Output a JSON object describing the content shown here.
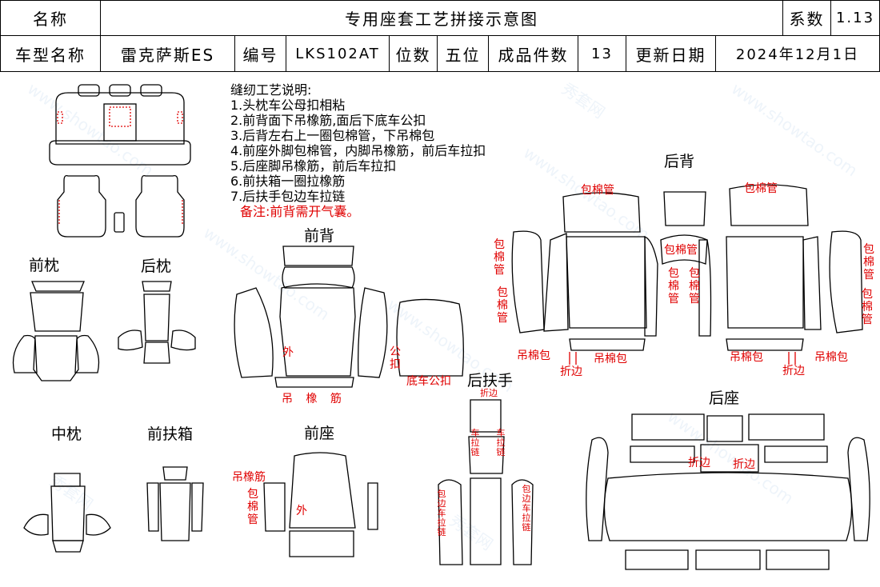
{
  "header": {
    "name_label": "名称",
    "title": "专用座套工艺拼接示意图",
    "coef_label": "系数",
    "coef_value": "1.13",
    "model_label": "车型名称",
    "model_value": "雷克萨斯ES",
    "code_label": "编号",
    "code_value": "LKS102AT",
    "seats_label": "位数",
    "seats_value": "五位",
    "pieces_label": "成品件数",
    "pieces_value": "13",
    "date_label": "更新日期",
    "date_value": "2024年12月1日"
  },
  "notes": {
    "title": "缝纫工艺说明:",
    "items": [
      "1.头枕车公母扣相粘",
      "2.前背面下吊橡筋,面后下底车公扣",
      "3.后背左右上一圈包棉管，下吊棉包",
      "4.前座外脚包棉管，内脚吊橡筋，前后车拉扣",
      "5.后座脚吊橡筋，前后车拉扣",
      "6.前扶箱一圈拉橡筋",
      "7.后扶手包边车拉链"
    ],
    "remark": "备注:前背需开气囊。"
  },
  "sections": {
    "front_headrest": "前枕",
    "rear_headrest": "后枕",
    "front_back": "前背",
    "rear_back": "后背",
    "middle_headrest": "中枕",
    "front_armbox": "前扶箱",
    "front_seat": "前座",
    "rear_armrest": "后扶手",
    "rear_seat": "后座"
  },
  "annotations": {
    "bao_mian_guan": "包棉管",
    "wai": "外",
    "gong_kou": "公扣",
    "di_che_gong_kou": "底车公扣",
    "diao_xiang_jin": "吊 橡 筋",
    "diao_xiang_jin_2": "吊橡筋",
    "diao_mian_bao": "吊棉包",
    "zhe_bian": "折边",
    "che_la_lian": "车拉链",
    "bao_bian_che_la_lian": "包边车拉链"
  },
  "watermark": {
    "text_cn": "秀套网",
    "text_en": "www.showtao.com"
  }
}
